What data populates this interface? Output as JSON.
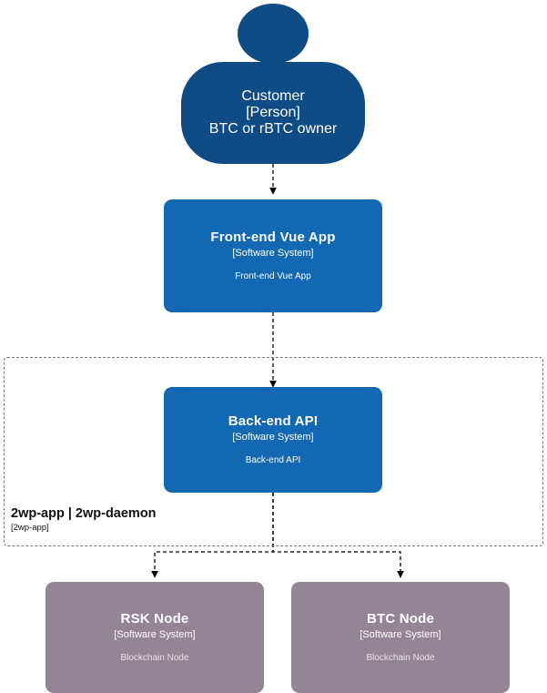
{
  "diagram": {
    "type": "c4-context",
    "background": "#ffffff",
    "colors": {
      "person": "#0f4c86",
      "system": "#1268b3",
      "external_system": "#948595",
      "boundary_border": "#737373",
      "edge": "#000000",
      "node_text": "#ffffff"
    },
    "nodes": [
      {
        "id": "customer",
        "shape": "person",
        "title": "Customer",
        "subtitle": "[Person]",
        "description": "BTC or rBTC owner"
      },
      {
        "id": "frontend",
        "shape": "system",
        "title": "Front-end Vue App",
        "subtitle": "[Software System]",
        "description": "Front-end Vue App"
      },
      {
        "id": "backend",
        "shape": "system",
        "title": "Back-end API",
        "subtitle": "[Software System]",
        "description": "Back-end API"
      },
      {
        "id": "rsk",
        "shape": "external-system",
        "title": "RSK Node",
        "subtitle": "[Software System]",
        "description": "Blockchain Node"
      },
      {
        "id": "btc",
        "shape": "external-system",
        "title": "BTC Node",
        "subtitle": "[Software System]",
        "description": "Blockchain Node"
      }
    ],
    "boundary": {
      "title": "2wp-app | 2wp-daemon",
      "subtitle": "[2wp-app]"
    },
    "edges": [
      {
        "from": "customer",
        "to": "frontend",
        "style": "dashed",
        "label": ""
      },
      {
        "from": "frontend",
        "to": "backend",
        "style": "dashed",
        "label": ""
      },
      {
        "from": "backend",
        "to": "rsk",
        "style": "dashed",
        "label": ""
      },
      {
        "from": "backend",
        "to": "btc",
        "style": "dashed",
        "label": ""
      }
    ]
  }
}
